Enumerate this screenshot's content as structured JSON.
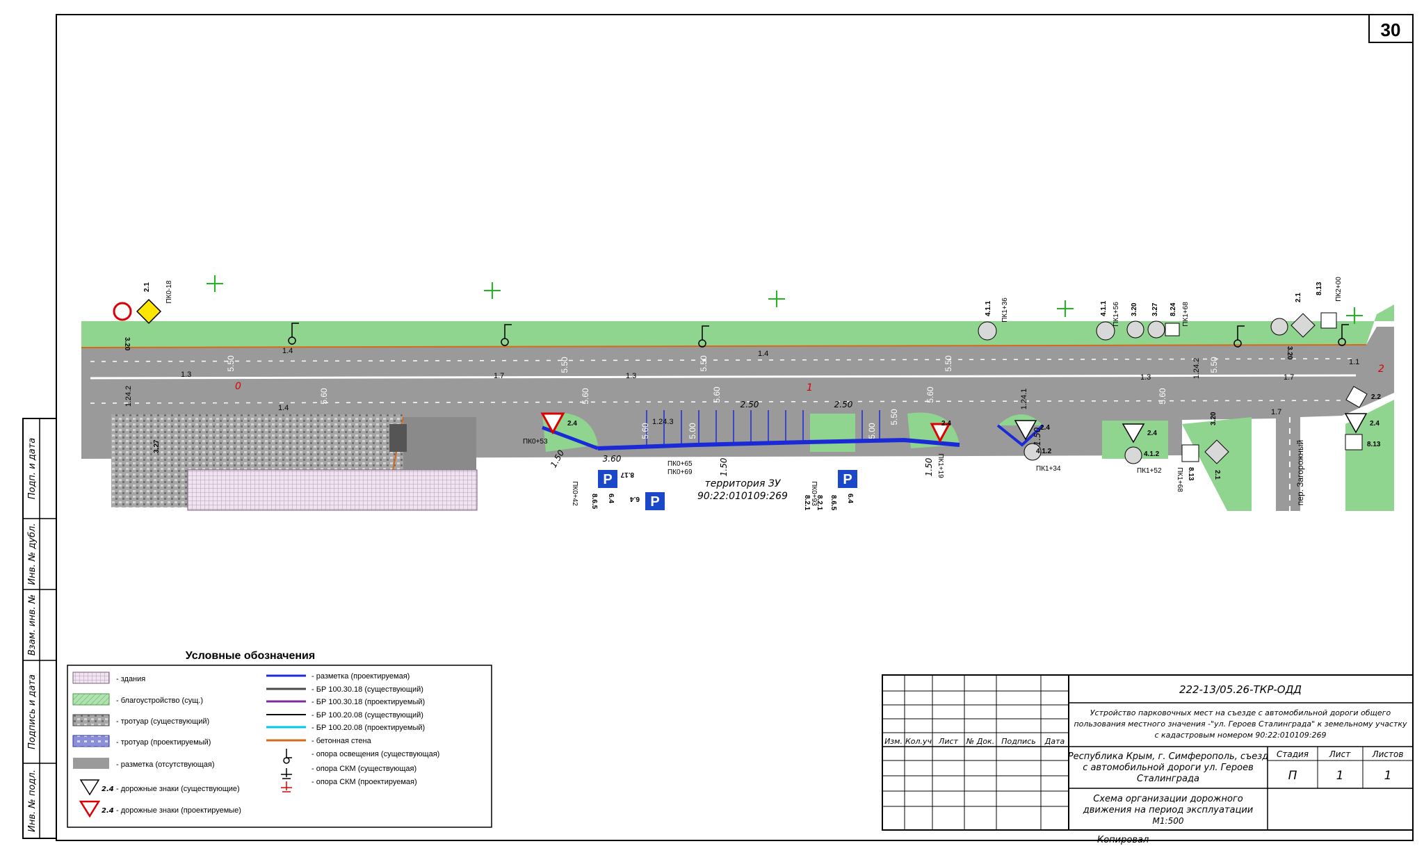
{
  "sheet": {
    "number": "30"
  },
  "side_stamp": [
    "Подп. и дата",
    "Инв. № дубл.",
    "Взам. инв. №",
    "Подпись и дата",
    "Инв. № подл."
  ],
  "plan": {
    "territory_label": [
      "территория ЗУ",
      "90:22:010109:269"
    ],
    "street_label": "пер. Загорожный",
    "pickets": [
      "ПК0-18",
      "ПК1+36",
      "ПК1+56",
      "ПК1+68",
      "ПК2+00",
      "ПК0+53",
      "ПК0+65",
      "ПК0+69",
      "ПК0+42",
      "ПК0+93",
      "ПК1+19",
      "ПК1+34",
      "ПК1+52",
      "ПК1+68"
    ],
    "dims_road": [
      "5.50",
      "5.50",
      "5.50",
      "5.50",
      "5.50",
      "5.60",
      "5.60",
      "5.60",
      "5.60",
      "5.60",
      "5.60"
    ],
    "dims_other": [
      "2.50",
      "2.50",
      "5.00",
      "5.00",
      "5.50",
      "3.60",
      "1.50",
      "1.50",
      "1.50",
      "1.50"
    ],
    "marking_codes": [
      "1.4",
      "1.3",
      "1.7",
      "1.3",
      "1.4",
      "1.3",
      "1.7",
      "1.7",
      "1.1",
      "1.4",
      "1.24.2",
      "1.24.2",
      "1.24.1",
      "1.24.3"
    ],
    "sign_codes": [
      "2.1",
      "3.20",
      "4.1.1",
      "4.1.1",
      "3.20",
      "3.27",
      "8.24",
      "2.1",
      "8.13",
      "3.20",
      "2.2",
      "2.4",
      "8.13",
      "2.4",
      "6.4",
      "8.6.5",
      "8.17",
      "6.4",
      "8.2.1",
      "6.4",
      "8.6.5",
      "8.2.1",
      "2.4",
      "2.4",
      "4.1.2",
      "4.1.2",
      "2.4",
      "8.13",
      "2.1",
      "3.20",
      "3.27"
    ],
    "red_numbers": [
      "0",
      "1",
      "2"
    ]
  },
  "legend": {
    "title": "Условные обозначения",
    "left": [
      "- здания",
      "- благоустройство (сущ.)",
      "- тротуар (существующий)",
      "- тротуар (проектируемый)",
      "- разметка (отсутствующая)",
      "- дорожные знаки (существующие)",
      "- дорожные знаки (проектируемые)"
    ],
    "sign_code": "2.4",
    "right": [
      "- разметка (проектируемая)",
      "- БР 100.30.18 (существующий)",
      "- БР 100.30.18 (проектируемый)",
      "- БР 100.20.08 (существующий)",
      "- БР 100.20.08 (проектируемый)",
      "- бетонная стена",
      "- опора освещения (существующая)",
      "- опора СКМ (существующая)",
      "- опора СКМ (проектируемая)"
    ]
  },
  "title_block": {
    "code": "222-13/05.26-ТКР-ОДД",
    "project": [
      "Устройство парковочных мест на съезде с автомобильной дороги общего",
      "пользования местного значения -\"ул. Героев Сталинграда\" к земельному участку",
      "с кадастровым номером 90:22:010109:269"
    ],
    "columns": [
      "Изм.",
      "Кол.уч",
      "Лист",
      "№ Док.",
      "Подпись",
      "Дата"
    ],
    "location": [
      "Республика Крым, г. Симферополь, съезд",
      "с автомобильной дороги ул. Героев",
      "Сталинграда"
    ],
    "stage_header": "Стадия",
    "sheet_header": "Лист",
    "sheets_header": "Листов",
    "stage": "П",
    "sheet": "1",
    "sheets": "1",
    "drawing_title": [
      "Схема организации дорожного",
      "движения на период эксплуатации",
      "М1:500"
    ],
    "copied": "Копировал"
  }
}
